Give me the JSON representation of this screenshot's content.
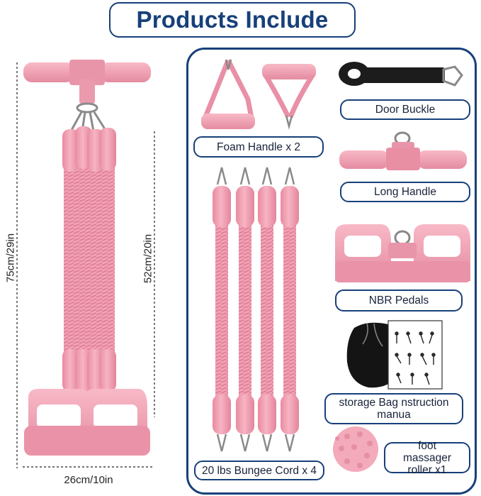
{
  "title": "Products Include",
  "colors": {
    "navy": "#17407a",
    "pink": "#f4a5b5",
    "pink_dark": "#e4829a",
    "black": "#1c1c1c"
  },
  "dimensions": {
    "height_total": "75cm/29in",
    "height_band": "52cm/20in",
    "width": "26cm/10in"
  },
  "items": {
    "foam_handle": "Foam Handle x 2",
    "door_buckle": "Door Buckle",
    "long_handle": "Long Handle",
    "nbr_pedals": "NBR Pedals",
    "storage_bag": "storage Bag nstruction manua",
    "bungee_cord": "20 lbs Bungee Cord x 4",
    "foot_massager": "foot massager roller x1"
  },
  "images": [
    "assembled-pedal-exerciser",
    "foam-handle-icon",
    "door-buckle-icon",
    "long-handle-icon",
    "bungee-cord-icon",
    "nbr-pedals-icon",
    "storage-bag-icon",
    "instruction-manual-icon",
    "massage-ball-icon"
  ]
}
